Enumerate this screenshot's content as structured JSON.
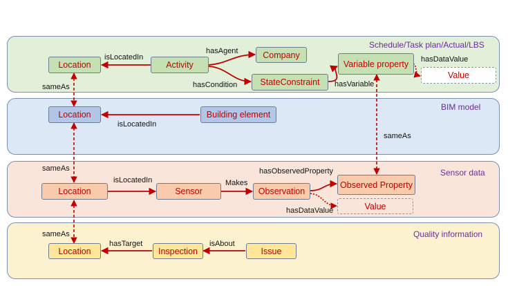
{
  "panels": {
    "schedule": {
      "label": "Schedule/Task plan/Actual/LBS",
      "color": "#e2efd9"
    },
    "bim": {
      "label": "BIM model",
      "color": "#dce8f5"
    },
    "sensor": {
      "label": "Sensor data",
      "color": "#fae5da"
    },
    "quality": {
      "label": "Quality information",
      "color": "#fdf2d0"
    }
  },
  "nodes": {
    "location_schedule": "Location",
    "activity": "Activity",
    "company": "Company",
    "state_constraint": "StateConstraint",
    "variable_property": "Variable property",
    "value_schedule": "Value",
    "location_bim": "Location",
    "building_element": "Building element",
    "location_sensor": "Location",
    "sensor": "Sensor",
    "observation": "Observation",
    "observed_property": "Observed Property",
    "value_sensor": "Value",
    "location_quality": "Location",
    "inspection": "Inspection",
    "issue": "Issue"
  },
  "edges": {
    "activity_located": "isLocatedIn",
    "has_agent": "hasAgent",
    "has_condition": "hasCondition",
    "has_variable": "hasVariable",
    "has_data_value_schedule": "hasDataValue",
    "same_as_schedule_bim": "sameAs",
    "bim_located": "isLocatedIn",
    "same_as_variable_observed": "sameAs",
    "same_as_bim_sensor": "sameAs",
    "has_observed_property": "hasObservedProperty",
    "sensor_located": "isLocatedIn",
    "makes": "Makes",
    "has_data_value_sensor": "hasDataValue",
    "same_as_sensor_quality": "sameAs",
    "has_target": "hasTarget",
    "is_about": "isAbout"
  },
  "colors": {
    "green_node": "#c5e0b3",
    "blue_node": "#b4c6e7",
    "orange_node": "#f8cbad",
    "yellow_node": "#ffe699",
    "arrow": "#c00000"
  }
}
